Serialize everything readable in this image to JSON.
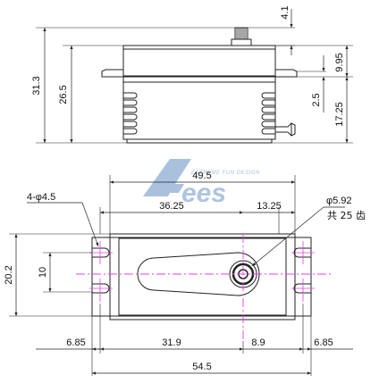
{
  "drawing": {
    "side_view": {
      "dims": {
        "total_height": "31.3",
        "body_height": "26.5",
        "spline_height": "4.1",
        "top_to_flange": "9.95",
        "flange_thickness": "2.5",
        "flange_to_bottom": "17.25"
      }
    },
    "top_view": {
      "dims": {
        "overall_length": "54.5",
        "body_length": "49.5",
        "mount_spacing_left": "36.25",
        "shaft_offset": "13.25",
        "height_total": "20.2",
        "slot_spacing": "10",
        "left_margin": "6.85",
        "mid_span": "31.9",
        "shaft_span": "8.9",
        "right_margin": "6.85"
      },
      "callouts": {
        "holes": "4-φ4.5",
        "spline_dia": "φ5.92",
        "teeth": "共 25 齿"
      }
    },
    "watermark": {
      "brand": "ees",
      "tagline": "EXTREME FUN DESIGN"
    },
    "colors": {
      "line": "#222222",
      "centerline": "#e040e0",
      "watermark": "#9bb6d8"
    }
  }
}
